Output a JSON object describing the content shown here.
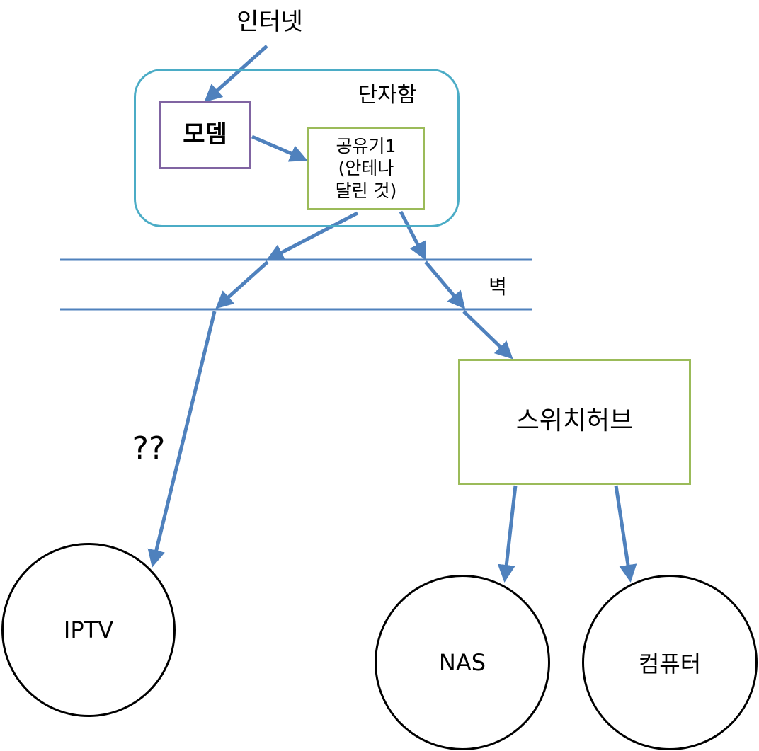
{
  "labels": {
    "internet": "인터넷",
    "cabinet": "단자함",
    "modem": "모뎀",
    "router_line1": "공유기1",
    "router_line2": "(안테나",
    "router_line3": "달린 것)",
    "wall": "벽",
    "switch_hub": "스위치허브",
    "unknown": "??",
    "iptv": "IPTV",
    "nas": "NAS",
    "computer": "컴퓨터"
  },
  "colors": {
    "arrow": "#4f81bd",
    "cabinet_border": "#4bacc6",
    "modem_border": "#8064a2",
    "device_border": "#9bbb59",
    "endpoint_border": "#000000"
  }
}
